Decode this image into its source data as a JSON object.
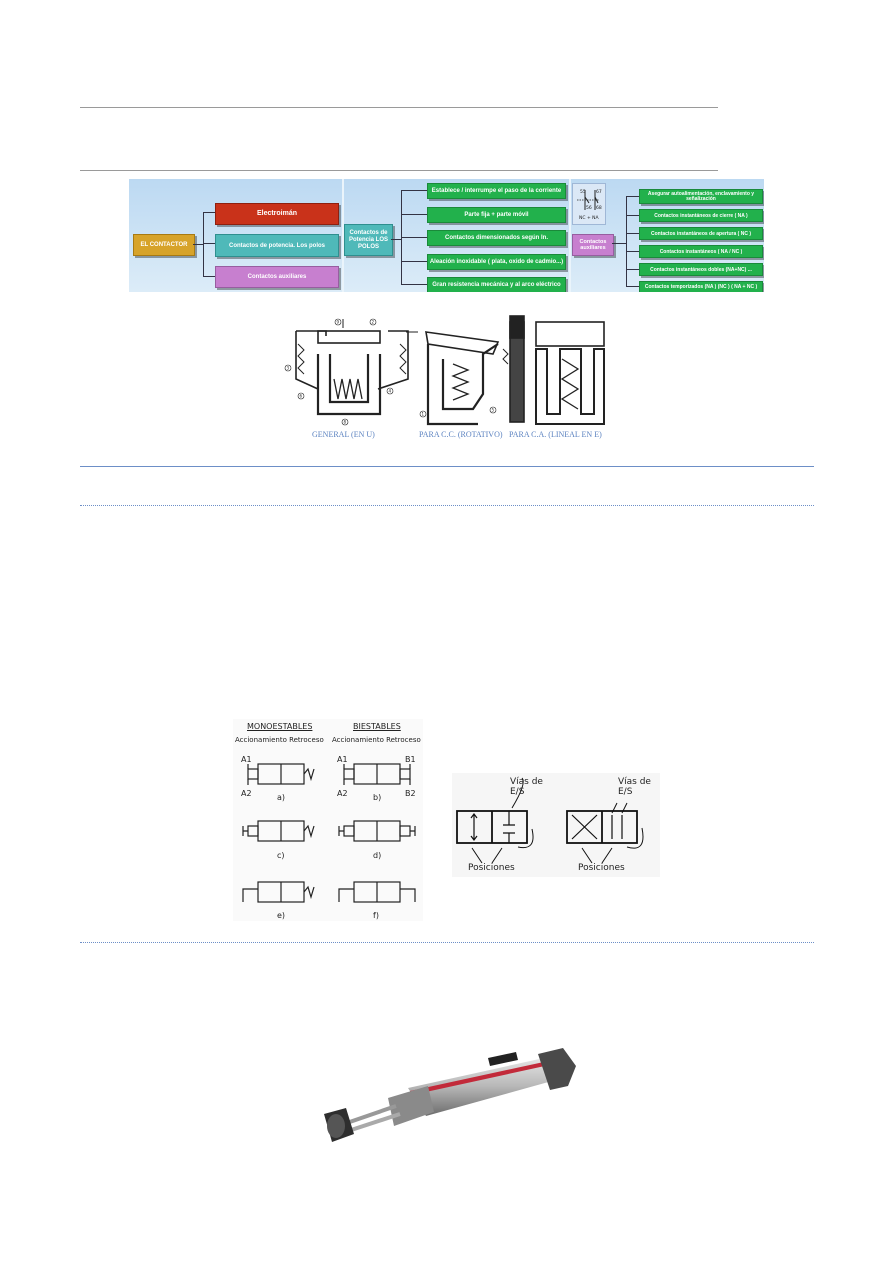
{
  "contactor_map": {
    "root": "EL CONTACTOR",
    "level1": [
      "Electroimán",
      "Contactos de potencia. Los polos",
      "Contactos  auxiliares"
    ],
    "poles_title": "Contactos de Potencia LOS POLOS",
    "poles_items": [
      "Establece / interrumpe el paso de la corriente",
      "Parte fija  +  parte móvil",
      "Contactos dimensionados según In.",
      "Aleación inoxidable ( plata, oxido de cadmio...)",
      "Gran resistencia mecánica y al arco eléctrico"
    ],
    "aux_title": "Contactos auxiliares",
    "aux_symbol_labels": [
      "55",
      "67",
      "56",
      "68",
      "NC + NA"
    ],
    "aux_items": [
      "Asegurar autoalimentación, enclavamiento y señalización",
      "Contactos instantáneos de cierre  ( NA )",
      "Contactos instantáneos de apertura  ( NC )",
      "Contactos instantáneos  ( NA / NC )",
      "Contactos instantáneos dobles (NA+NC) ...",
      "Contactos temporizados (NA ) (NC ) ( NA + NC )"
    ],
    "colors": {
      "red": "#c9321a",
      "teal": "#4fb9b9",
      "purple": "#c77fcf",
      "gold": "#d7a32a",
      "green": "#22b14c"
    }
  },
  "electromagnet_figure": {
    "captions": [
      "GENERAL (EN U)",
      "PARA C.C. (ROTATIVO)",
      "PARA C.A. (LINEAL EN E)"
    ],
    "callouts": [
      "9",
      "2",
      "3",
      "6",
      "4",
      "8",
      "5",
      "1"
    ]
  },
  "valve_figure": {
    "headers": [
      "MONOESTABLES",
      "BIESTABLES"
    ],
    "subheaders": [
      "Accionamiento Retroceso",
      "Accionamiento Retroceso"
    ],
    "port_labels": [
      "A1",
      "A2",
      "A1",
      "A2",
      "B1",
      "B2"
    ],
    "panel_labels": [
      "a)",
      "b)",
      "c)",
      "d)",
      "e)",
      "f)"
    ]
  },
  "ways_figure": {
    "labels": [
      "Vías de E/S",
      "Posiciones",
      "Vías de E/S",
      "Posiciones"
    ]
  }
}
